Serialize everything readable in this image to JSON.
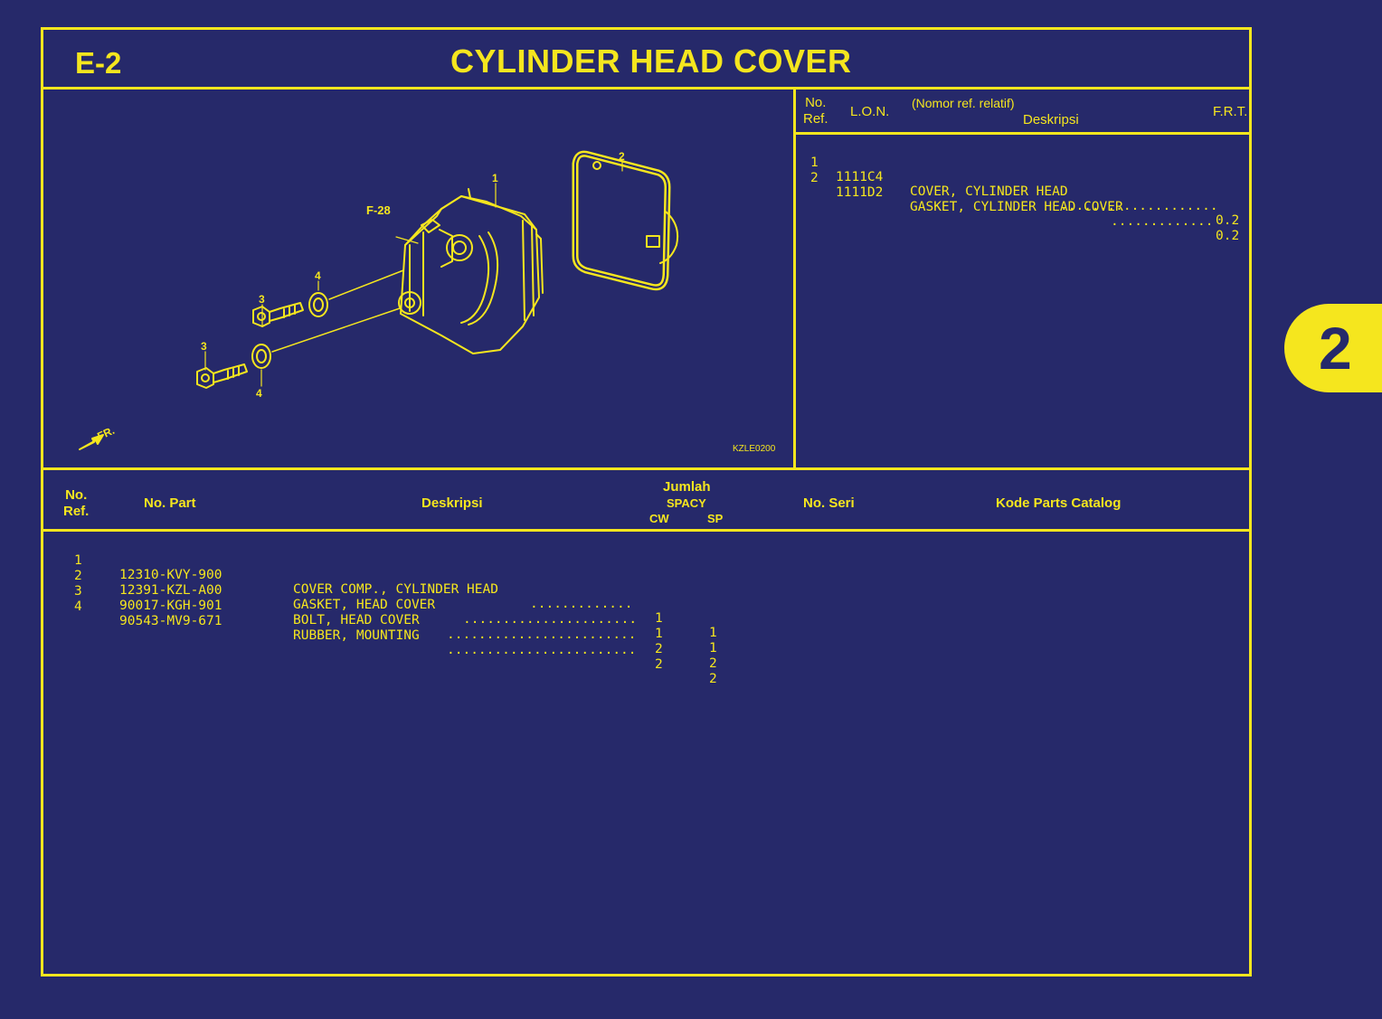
{
  "header": {
    "section_code": "E-2",
    "title": "CYLINDER HEAD COVER"
  },
  "side_tab": {
    "label": "2"
  },
  "diagram": {
    "drawing_code": "KZLE0200",
    "front_label": "FR.",
    "callouts": [
      "1",
      "2",
      "3",
      "3",
      "4",
      "4"
    ],
    "ref_label": "F-28"
  },
  "ref_table": {
    "headers": {
      "no_ref": "No.\nRef.",
      "lon": "L.O.N.",
      "note": "(Nomor ref. relatif)",
      "desc": "Deskripsi",
      "frt": "F.R.T."
    },
    "rows": [
      {
        "no": "1",
        "lon": "1111C4",
        "desc": "COVER, CYLINDER HEAD",
        "dots": "....................",
        "frt": "0.2"
      },
      {
        "no": "2",
        "lon": "1111D2",
        "desc": "GASKET, CYLINDER HEAD COVER",
        "dots": ".............",
        "frt": "0.2"
      }
    ]
  },
  "parts_table": {
    "headers": {
      "no_ref": "No.\nRef.",
      "no_part": "No. Part",
      "desc": "Deskripsi",
      "jumlah": "Jumlah",
      "model": "SPACY",
      "cw": "CW",
      "sp": "SP",
      "no_seri": "No. Seri",
      "kode": "Kode Parts Catalog"
    },
    "rows": [
      {
        "no": "1",
        "part": "12310-KVY-900",
        "desc": "COVER COMP., CYLINDER HEAD",
        "dots": ".............",
        "cw": "1",
        "sp": "1"
      },
      {
        "no": "2",
        "part": "12391-KZL-A00",
        "desc": "GASKET, HEAD COVER",
        "dots": "......................",
        "cw": "1",
        "sp": "1"
      },
      {
        "no": "3",
        "part": "90017-KGH-901",
        "desc": "BOLT, HEAD COVER",
        "dots": "........................",
        "cw": "2",
        "sp": "2"
      },
      {
        "no": "4",
        "part": "90543-MV9-671",
        "desc": "RUBBER, MOUNTING",
        "dots": "........................",
        "cw": "2",
        "sp": "2"
      }
    ]
  },
  "colors": {
    "background": "#26296a",
    "accent": "#f5e61e"
  }
}
